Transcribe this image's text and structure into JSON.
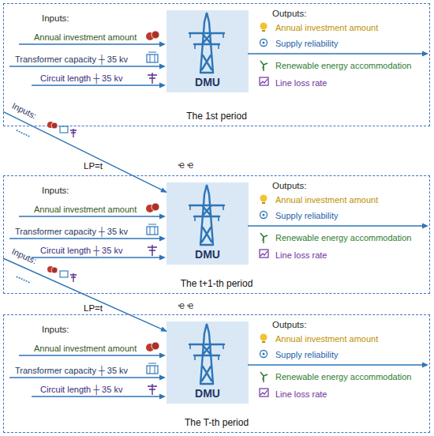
{
  "diagram": {
    "nodes": [
      {
        "text": [
          "Inputs:",
          "Annual investment amount",
          "Transformer capacity ┼ 35 kv",
          "Circuit length ┼ 35 kv",
          "Outputs:",
          "Annual investment amount",
          "Supply reliability",
          "Renewable energy accommodation",
          "Line loss rate",
          "The 1st period"
        ]
      },
      {
        "text": [
          "DMU"
        ],
        "in": 0
      },
      {
        "text": [
          "Inputs:",
          "Annual investment amount",
          "Transformer capacity ┼ 35 kv",
          "Circuit length ┼ 35 kv",
          "Outputs:",
          "Annual investment amount",
          "Supply reliability",
          "Renewable energy accommodation",
          "Line loss rate",
          "The t+1-th period"
        ]
      },
      {
        "text": [
          "DMU"
        ],
        "in": 2
      },
      {
        "text": [
          "Inputs:",
          "Annual investment amount",
          "Transformer capacity ┼ 35 kv",
          "Circuit length ┼ 35 kv",
          "Outputs:",
          "Annual investment amount",
          "Supply reliability",
          "Renewable energy accommodation",
          "Line loss rate",
          "The T-th period"
        ]
      },
      {
        "text": [
          "DMU"
        ],
        "in": 4
      }
    ],
    "edges": [
      {
        "from": 0,
        "to": 3,
        "arrow": "to"
      },
      {
        "from": 2,
        "to": 5,
        "arrow": "to"
      }
    ],
    "labels": [
      "Inputs:",
      "......",
      "LP=t",
      "ҽ ҽ",
      "Inputs:",
      "......",
      "LP=t",
      "ҽ ҽ"
    ]
  }
}
